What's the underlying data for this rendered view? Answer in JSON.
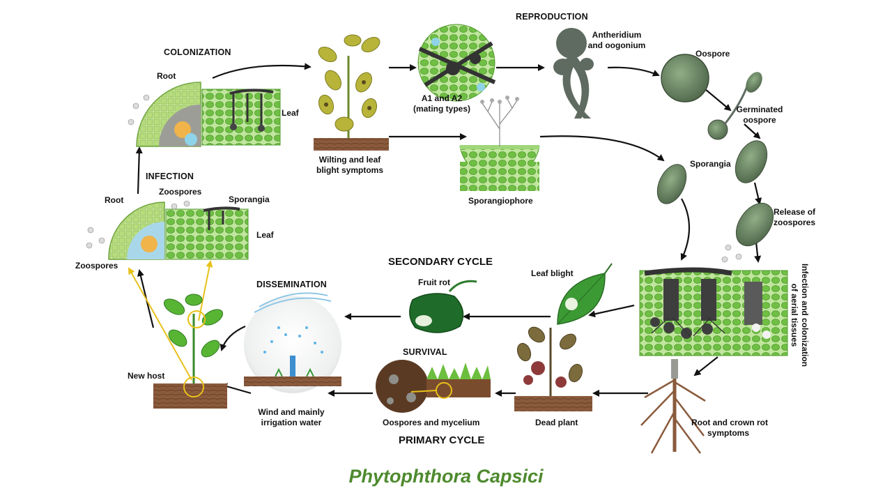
{
  "title": "Phytophthora Capsici",
  "stages": {
    "colonization": "COLONIZATION",
    "reproduction": "REPRODUCTION",
    "infection": "INFECTION",
    "dissemination": "DISSEMINATION",
    "survival": "SURVIVAL",
    "secondary_cycle": "SECONDARY CYCLE",
    "primary_cycle": "PRIMARY CYCLE"
  },
  "labels": {
    "root_top": "Root",
    "leaf_top": "Leaf",
    "wilting_1": "Wilting and leaf",
    "wilting_2": "blight symptoms",
    "mating_1": "A1 and A2",
    "mating_2": "(mating types)",
    "sporangiophore": "Sporangiophore",
    "antheridium_1": "Antheridium",
    "antheridium_2": "and oogonium",
    "oospore": "Oospore",
    "germinated_1": "Germinated",
    "germinated_2": "oospore",
    "sporangia_right": "Sporangia",
    "release_1": "Release of",
    "release_2": "zoospores",
    "aerial_1": "Infection and colonization",
    "aerial_2": "of aerial tissues",
    "root_crown_1": "Root and crown rot",
    "root_crown_2": "symptoms",
    "dead_plant": "Dead plant",
    "leaf_blight": "Leaf blight",
    "fruit_rot": "Fruit rot",
    "oospores_mycelium": "Oospores and mycelium",
    "wind_1": "Wind and mainly",
    "wind_2": "irrigation water",
    "new_host": "New host",
    "root_left": "Root",
    "zoospores_left": "Zoospores",
    "zoospores_mid": "Zoospores",
    "sporangia_left": "Sporangia",
    "leaf_left": "Leaf"
  },
  "colors": {
    "title": "#4e8a2e",
    "leaf_green": "#7cc24e",
    "tissue_green": "#9fd67a",
    "pathogen_gray": "#5f6b61",
    "soil_brown": "#8a5a3c",
    "arrow_black": "#111111",
    "highlight_yellow": "#e8c11a"
  }
}
